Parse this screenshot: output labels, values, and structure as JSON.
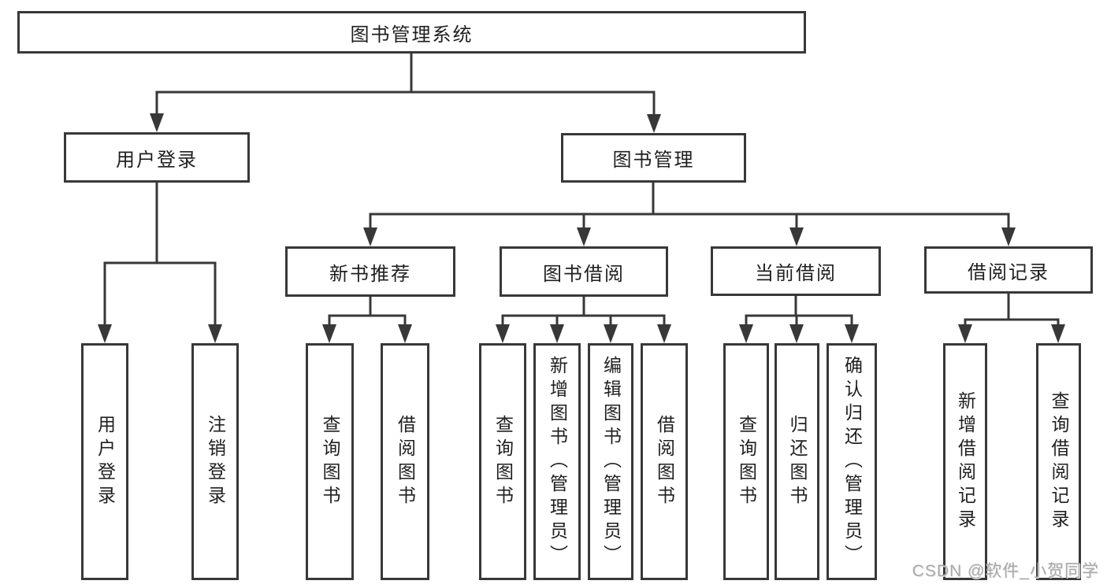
{
  "diagram": {
    "kind": "function-structure-tree",
    "colors": {
      "background": "#ffffff",
      "line": "#383838",
      "box_border": "#383838",
      "box_fill": "#ffffff",
      "text": "#1f1f1f",
      "watermark_text": "#a9a9a9"
    },
    "tree": {
      "label": "图书管理系统",
      "children": [
        {
          "label": "用户登录",
          "children": [
            {
              "label": "用户登录"
            },
            {
              "label": "注销登录"
            }
          ]
        },
        {
          "label": "图书管理",
          "children": [
            {
              "label": "新书推荐",
              "children": [
                {
                  "label": "查询图书"
                },
                {
                  "label": "借阅图书"
                }
              ]
            },
            {
              "label": "图书借阅",
              "children": [
                {
                  "label": "查询图书"
                },
                {
                  "label": "新增图书（管理员）"
                },
                {
                  "label": "编辑图书（管理员）"
                },
                {
                  "label": "借阅图书"
                }
              ]
            },
            {
              "label": "当前借阅",
              "children": [
                {
                  "label": "查询图书"
                },
                {
                  "label": "归还图书"
                },
                {
                  "label": "确认归还（管理员）"
                }
              ]
            },
            {
              "label": "借阅记录",
              "children": [
                {
                  "label": "新增借阅记录"
                },
                {
                  "label": "查询借阅记录"
                }
              ]
            }
          ]
        }
      ]
    }
  },
  "watermark": {
    "text": "CSDN @软件_小贺同学"
  }
}
